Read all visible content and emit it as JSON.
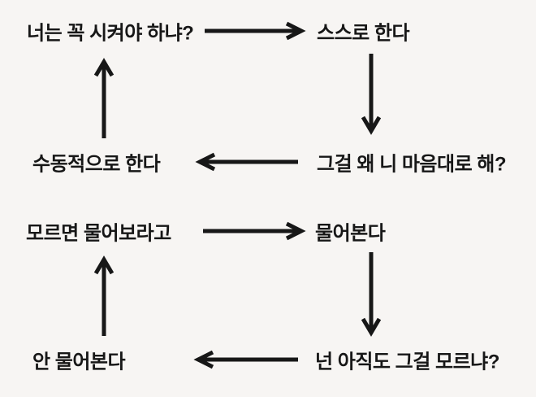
{
  "diagram": {
    "type": "flowchart",
    "language": "ko",
    "colors": {
      "background": "#f7f5f3",
      "ink": "#171717"
    },
    "cycle1": {
      "top_left": "너는 꼭 시켜야 하냐?",
      "top_right": "스스로 한다",
      "mid_right": "그걸 왜 니 마음대로 해?",
      "mid_left": "수동적으로 한다",
      "edges": [
        "너는 꼭 시켜야 하냐? -> 스스로 한다",
        "스스로 한다 -> 그걸 왜 니 마음대로 해?",
        "그걸 왜 니 마음대로 해? -> 수동적으로 한다",
        "수동적으로 한다 -> 너는 꼭 시켜야 하냐?"
      ]
    },
    "cycle2": {
      "top_left": "모르면 물어보라고",
      "top_right": "물어본다",
      "bottom_right": "넌 아직도 그걸 모르냐?",
      "bottom_left": "안 물어본다",
      "edges": [
        "모르면 물어보라고 -> 물어본다",
        "물어본다 -> 넌 아직도 그걸 모르냐?",
        "넌 아직도 그걸 모르냐? -> 안 물어본다",
        "안 물어본다 -> 모르면 물어보라고"
      ]
    }
  }
}
